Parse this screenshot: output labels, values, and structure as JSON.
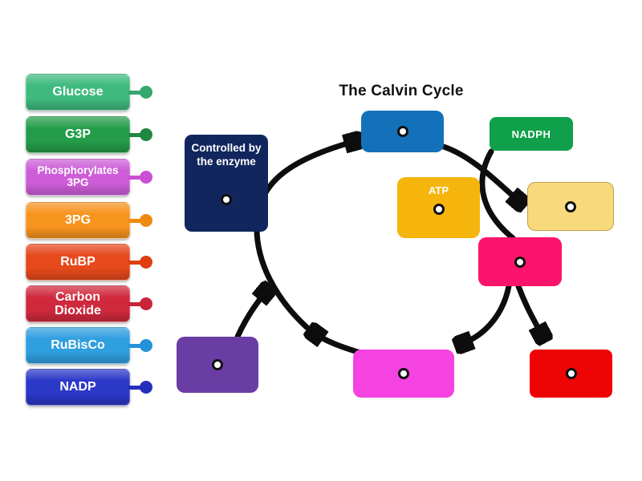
{
  "activity": {
    "title": "The Calvin Cycle",
    "kind": "labelled-diagram"
  },
  "labels": [
    {
      "text": "Glucose",
      "color": "#3eba7e",
      "connector_color": "#35a86e"
    },
    {
      "text": "G3P",
      "color": "#249d4a",
      "connector_color": "#1f873f"
    },
    {
      "text": "Phosphorylates 3PG",
      "color": "#cd5dd8",
      "connector_color": "#c94fd4"
    },
    {
      "text": "3PG",
      "color": "#f7941e",
      "connector_color": "#ef8a10"
    },
    {
      "text": "RuBP",
      "color": "#e6491c",
      "connector_color": "#dd3f10"
    },
    {
      "text": "Carbon Dioxide",
      "color": "#d0293d",
      "connector_color": "#c82438"
    },
    {
      "text": "RuBisCo",
      "color": "#2f9fe0",
      "connector_color": "#2492d8"
    },
    {
      "text": "NADP",
      "color": "#2c38c8",
      "connector_color": "#2430bd"
    }
  ],
  "diagram": {
    "title": "The Calvin Cycle",
    "title_color": "#111111",
    "arrow_color": "#0d0d0d",
    "boxes": {
      "enzyme_note": {
        "text": "Controlled by the enzyme",
        "bg": "#12265e",
        "has_target": true
      },
      "top_blue": {
        "bg": "#1371ba",
        "has_target": true
      },
      "nadph": {
        "text": "NADPH",
        "bg": "#10a04b",
        "has_target": false
      },
      "atp": {
        "text": "ATP",
        "bg": "#f5b50d",
        "has_target": true
      },
      "light_yellow": {
        "bg": "#f8d97c",
        "has_target": true
      },
      "pink_right": {
        "bg": "#fb146b",
        "has_target": true
      },
      "purple_bottom_left": {
        "bg": "#6a3da4",
        "has_target": true
      },
      "magenta_bottom": {
        "bg": "#f443e0",
        "has_target": true
      },
      "red_bottom_right": {
        "bg": "#ee0404",
        "has_target": true
      }
    }
  }
}
